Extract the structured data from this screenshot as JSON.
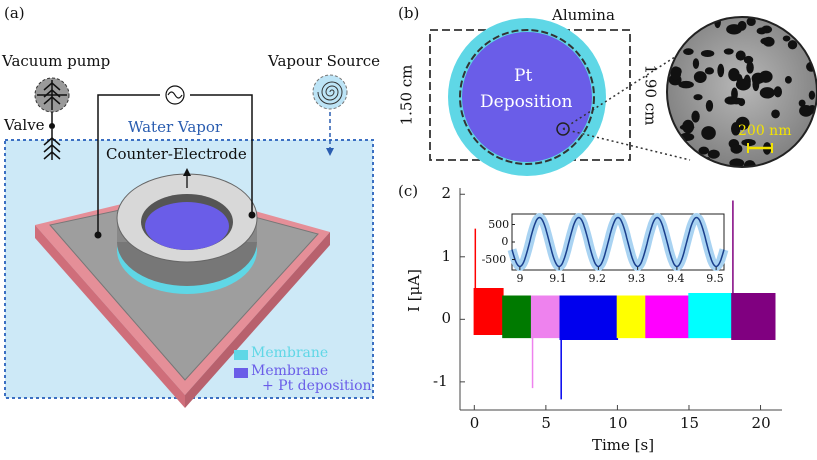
{
  "panel_a": {
    "label": "(a)",
    "vacuum_pump": "Vacuum pump",
    "valve": "Valve",
    "vapour_source": "Vapour Source",
    "water_vapor": "Water Vapor",
    "counter_electrode": "Counter-Electrode",
    "legend": {
      "membrane": "Membrane",
      "membrane_pt_line1": "Membrane",
      "membrane_pt_line2": "+ Pt deposition"
    },
    "colors": {
      "chamber": "#cde9f7",
      "membrane": "#5fd7e6",
      "pt": "#6a5de8",
      "base": "#e58f98",
      "plate": "#9a9a9a",
      "vapor_text": "#2a5db0"
    }
  },
  "panel_b": {
    "label": "(b)",
    "alumina": "Alumina",
    "pt_line1": "Pt",
    "pt_line2": "Deposition",
    "dim_left": "1.50 cm",
    "dim_right": "1.90 cm",
    "scale_bar": "200 nm",
    "colors": {
      "outer": "#5fd7e6",
      "inner": "#6a5de8",
      "scale": "#f2e300"
    }
  },
  "panel_c": {
    "label": "(c)"
  },
  "chart_data": {
    "type": "line",
    "xlabel": "Time [s]",
    "ylabel": "I [μA]",
    "xlim": [
      -1,
      21.5
    ],
    "ylim": [
      -1.45,
      2.1
    ],
    "xticks": [
      0,
      5,
      10,
      15,
      20
    ],
    "yticks": [
      -1,
      0,
      1,
      2
    ],
    "segments": [
      {
        "t0": 0.0,
        "t1": 2.0,
        "color": "#ff0000",
        "top": 0.5,
        "bottom": -0.25,
        "spike": 1.45
      },
      {
        "t0": 2.0,
        "t1": 4.0,
        "color": "#007a00",
        "top": 0.38,
        "bottom": -0.3,
        "spike": 0.38
      },
      {
        "t0": 4.0,
        "t1": 6.0,
        "color": "#ee82ee",
        "top": 0.38,
        "bottom": -0.3,
        "spike": -1.1
      },
      {
        "t0": 6.0,
        "t1": 10.0,
        "color": "#0000ee",
        "top": 0.38,
        "bottom": -0.33,
        "spike": -1.28
      },
      {
        "t0": 10.0,
        "t1": 12.0,
        "color": "#ffff00",
        "top": 0.38,
        "bottom": -0.3,
        "spike": 0.38
      },
      {
        "t0": 12.0,
        "t1": 15.0,
        "color": "#ff00ff",
        "top": 0.38,
        "bottom": -0.3,
        "spike": 0.38
      },
      {
        "t0": 15.0,
        "t1": 18.0,
        "color": "#00ffff",
        "top": 0.42,
        "bottom": -0.3,
        "spike": 0.42
      },
      {
        "t0": 18.0,
        "t1": 21.0,
        "color": "#800080",
        "top": 0.42,
        "bottom": -0.33,
        "spike": 1.9
      }
    ],
    "inset": {
      "type": "line",
      "xlim": [
        8.98,
        9.52
      ],
      "ylim": [
        -800,
        800
      ],
      "xticks": [
        9,
        9.1,
        9.2,
        9.3,
        9.4,
        9.5
      ],
      "yticks": [
        -500,
        0,
        500
      ],
      "amplitude": 700,
      "frequency_hz": 10,
      "line_color": "#1a3f8c",
      "band_color": "#a9d3f2"
    }
  }
}
